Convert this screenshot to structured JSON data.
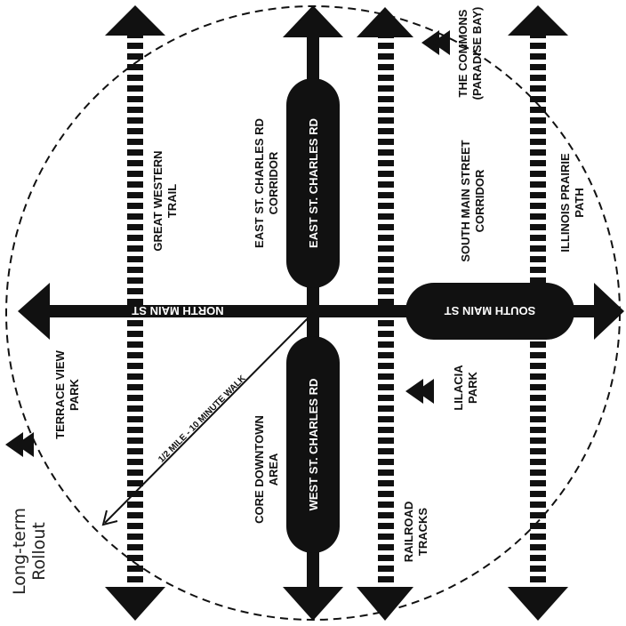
{
  "title": {
    "line1": "Long-term",
    "line2": "Rollout"
  },
  "roads": {
    "north_main": "NORTH MAIN ST",
    "south_main": "SOUTH MAIN ST",
    "east_st_charles": "EAST ST. CHARLES RD",
    "west_st_charles": "WEST ST. CHARLES RD"
  },
  "corridors": {
    "east": {
      "line1": "EAST ST. CHARLES RD",
      "line2": "CORRIDOR"
    },
    "south": {
      "line1": "SOUTH MAIN STREET",
      "line2": "CORRIDOR"
    },
    "core": {
      "line1": "CORE DOWNTOWN",
      "line2": "AREA"
    }
  },
  "trails": {
    "great_western": {
      "line1": "GREAT WESTERN",
      "line2": "TRAIL"
    },
    "prairie_path": {
      "line1": "ILLINOIS PRAIRIE",
      "line2": "PATH"
    },
    "railroad": {
      "line1": "RAILROAD",
      "line2": "TRACKS"
    }
  },
  "parks": {
    "terrace_view": {
      "line1": "TERRACE VIEW",
      "line2": "PARK"
    },
    "lilacia": {
      "line1": "LILACIA",
      "line2": "PARK"
    },
    "commons": {
      "line1": "THE COMMONS",
      "line2": "(PARADISE BAY)"
    }
  },
  "walk_radius": "1/2 MILE - 10 MINUTE WALK",
  "colors": {
    "ink": "#111111",
    "paper": "#ffffff"
  }
}
